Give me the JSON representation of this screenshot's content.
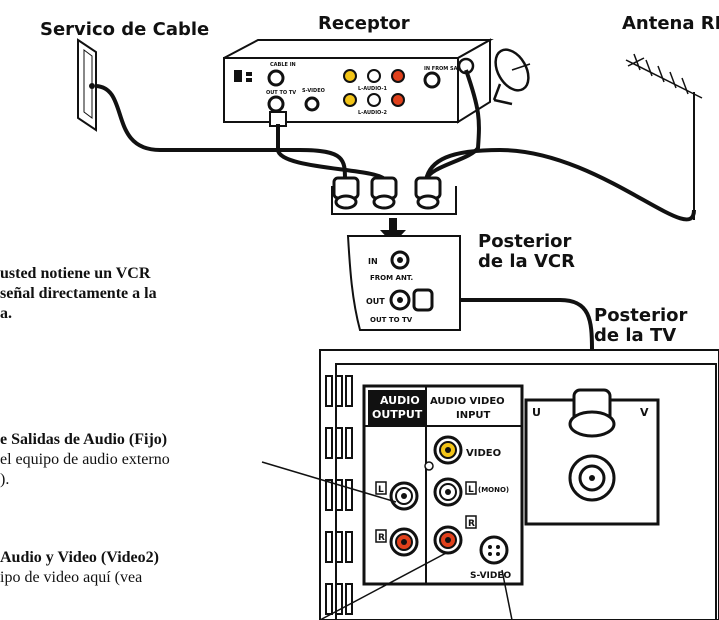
{
  "sources": {
    "cable": "Servico de Cable",
    "receiver": "Receptor",
    "antenna": "Antena RF"
  },
  "vcr_label": [
    "Posterior",
    "de la VCR"
  ],
  "tv_label": [
    "Posterior",
    "de la TV"
  ],
  "notes": {
    "vcr_note": [
      "usted notiene un VCR",
      "señal directamente a la",
      "a."
    ],
    "audio_out_title": "e Salidas de Audio (Fijo)",
    "audio_out_body": [
      "el equipo de audio externo",
      ")."
    ],
    "av_title": "Audio y Video (Video2)",
    "av_body": "ipo de video aquí (vea"
  },
  "vcr_panel": {
    "in": "IN",
    "from_ant": "FROM ANT.",
    "out": "OUT",
    "out_to_tv": "OUT TO TV"
  },
  "tv_panel": {
    "audio_output": [
      "AUDIO",
      "OUTPUT"
    ],
    "audio_video_input": [
      "AUDIO VIDEO",
      "INPUT"
    ],
    "video": "VIDEO",
    "l": "L",
    "r": "R",
    "mono": "(MONO)",
    "svideo": "S-VIDEO",
    "uhf": "U",
    "vhf": "V"
  },
  "receiver_panel": {
    "cable_in": "CABLE IN",
    "out_to_tv": "OUT TO TV",
    "svideo": "S-VIDEO",
    "out1": "L-AUDIO-1",
    "out2": "L-AUDIO-2",
    "sat_in": "IN FROM SAT."
  },
  "colors": {
    "red": "#e0411c",
    "yellow": "#f2c418",
    "white": "#ffffff",
    "line": "#111111"
  }
}
